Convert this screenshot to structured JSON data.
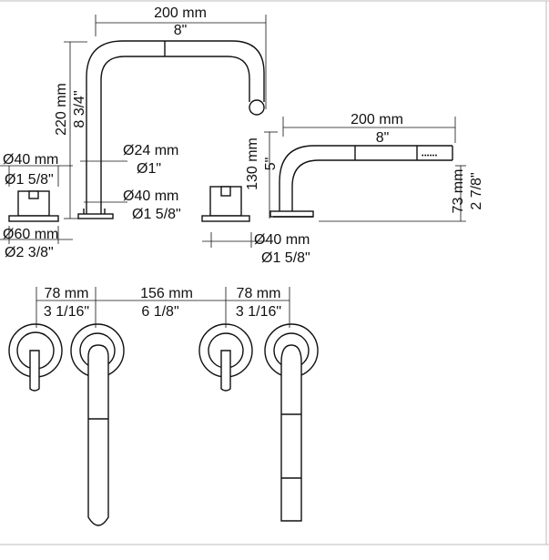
{
  "drawing": {
    "bath_spout": {
      "reach_mm": "200 mm",
      "reach_in": "8\"",
      "height_mm": "220 mm",
      "height_in": "8 3/4\"",
      "spout_dia_mm": "Ø24 mm",
      "spout_dia_in": "Ø1\"",
      "base_dia_mm": "Ø40 mm",
      "base_dia_in": "Ø1 5/8\""
    },
    "handle": {
      "dia_mm": "Ø40 mm",
      "dia_in": "Ø1 5/8\"",
      "rosette_mm": "Ø60 mm",
      "rosette_in": "Ø2 3/8\""
    },
    "hand_shower": {
      "length_mm": "200 mm",
      "length_in": "8\"",
      "holder_height_mm": "130 mm",
      "holder_height_in": "5\"",
      "head_height_mm": "73 mm",
      "head_height_in": "2 7/8\"",
      "base_dia_mm": "Ø40 mm",
      "base_dia_in": "Ø1 5/8\""
    },
    "plan": {
      "spacing": [
        {
          "mm": "78 mm",
          "in": "3 1/16\""
        },
        {
          "mm": "156 mm",
          "in": "6 1/8\""
        },
        {
          "mm": "78 mm",
          "in": "3 1/16\""
        }
      ]
    }
  }
}
